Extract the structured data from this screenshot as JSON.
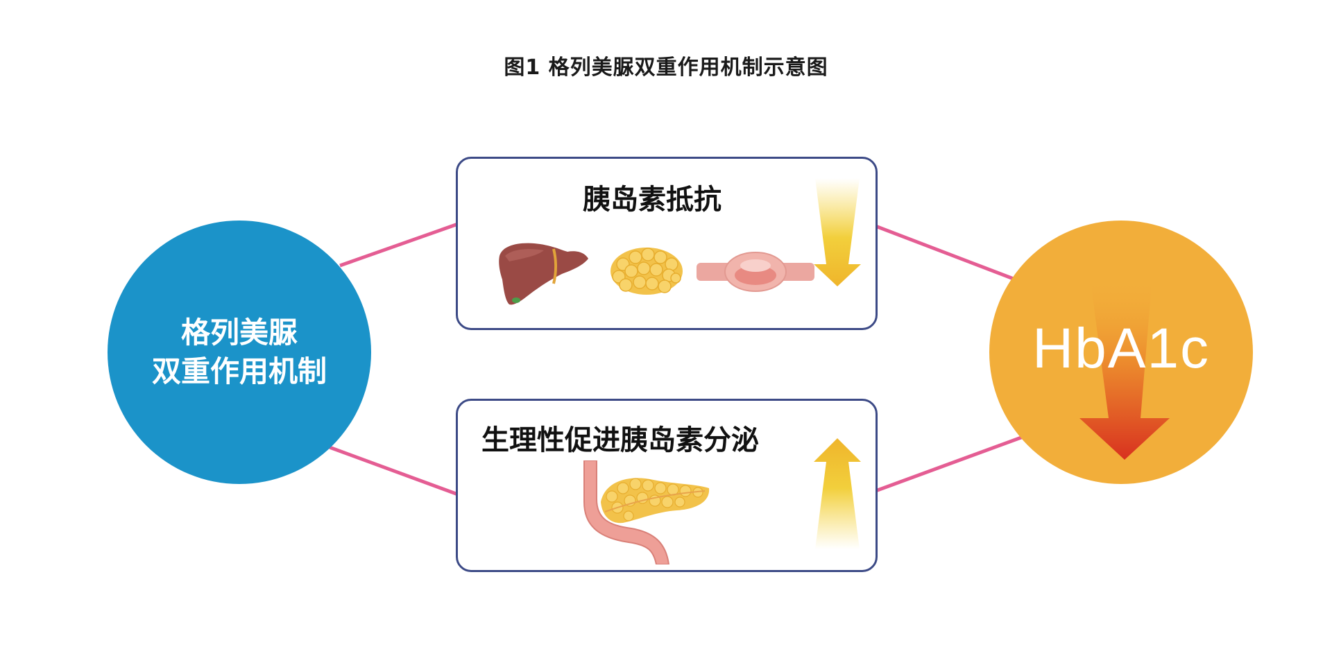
{
  "title": "图1  格列美脲双重作用机制示意图",
  "mechanism": {
    "line1": "格列美脲",
    "line2": "双重作用机制"
  },
  "insulin_resistance": {
    "label": "胰岛素抵抗"
  },
  "insulin_secretion": {
    "label": "生理性促进胰岛素分泌"
  },
  "outcome": {
    "label": "HbA1c"
  },
  "colors": {
    "mechanism_circle": "#1b93c9",
    "outcome_circle": "#f2ae3a",
    "box_border": "#3c4a86",
    "connector": "#e45d93",
    "arrow_yellow": "#f2c232",
    "arrow_red": "#d8311f"
  },
  "icons": [
    "liver-icon",
    "fat-tissue-icon",
    "muscle-icon",
    "pancreas-icon",
    "arrow-down-icon",
    "arrow-up-icon"
  ]
}
